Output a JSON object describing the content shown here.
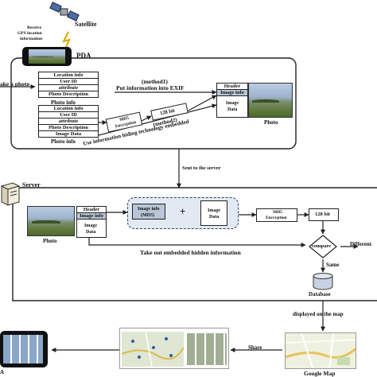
{
  "satellite": {
    "label": "Satellite",
    "receive_lines": [
      "Receive",
      "GPS location",
      "information"
    ]
  },
  "pda": {
    "label": "PDA",
    "take_photo": "ake a photo",
    "method1": "(method1)",
    "method1_text": "Put information into EXIF",
    "method2": "(method2)",
    "method2_text": "Use information hiding technology embedded",
    "table1": [
      "Location info",
      "User ID",
      "attribute",
      "Photo Description"
    ],
    "table2": [
      "Location info",
      "User ID",
      "attribute",
      "Photo Description",
      "Image Data"
    ],
    "photo_info_1": "Photo info",
    "photo_info_2": "Photo info",
    "md5_lines": [
      "MD5",
      "Encryption"
    ],
    "bit128": "128 bit",
    "header": "Header",
    "image_info": "Image info",
    "image_data_lines": [
      "Image",
      "Data"
    ],
    "photo_label": "Photo"
  },
  "sent_to_server": "Sent to the server",
  "server": {
    "label": "Server",
    "header": "Header",
    "image_info": "Image info",
    "image_data_lines": [
      "Image",
      "Data"
    ],
    "photo_label": "Photo",
    "md5_box_lines": [
      "Image info",
      "(MD5)"
    ],
    "plus": "+",
    "image_data2_lines": [
      "Image",
      "Data"
    ],
    "md5_enc_lines": [
      "MD5",
      "Encryption"
    ],
    "bit128": "128 bit",
    "compare": "compare",
    "different": "Different",
    "same": "Same",
    "take_out": "Take out embedded hidden information",
    "database": "Database"
  },
  "displayed_on_map": "displayed on the map",
  "share": "Share",
  "google_map": "Google Map",
  "corner_a": "A",
  "colors": {
    "line": "#222222",
    "dashed_box_fill": "#e3e9f2",
    "image_info_fill": "#b8c6d8",
    "dashed_border": "#27456b"
  }
}
